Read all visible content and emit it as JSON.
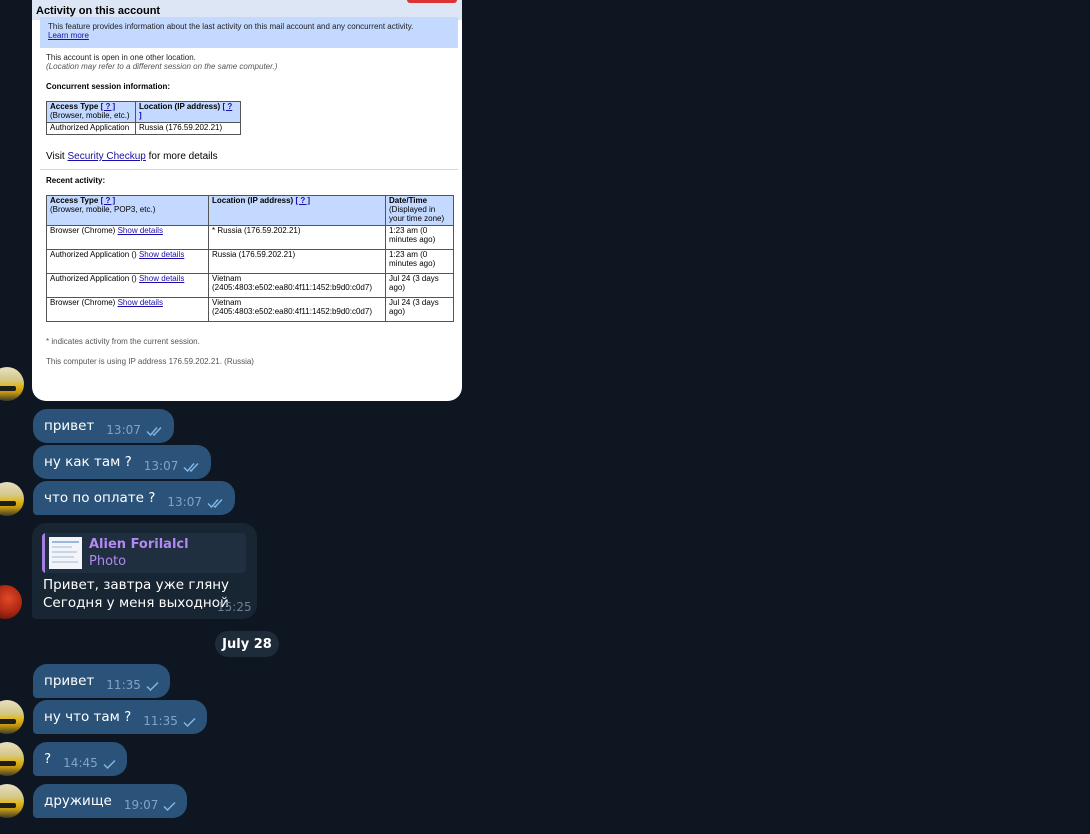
{
  "shared_screenshot": {
    "title": "Activity on this account",
    "info_text": "This feature provides information about the last activity on this mail account and any concurrent activity.",
    "learn_more": "Learn more",
    "open_locations": "This account is open in one other location.",
    "location_note": "(Location may refer to a different session on the same computer.)",
    "concurrent_heading": "Concurrent session information:",
    "concurrent_table": {
      "col_access_type": "Access Type",
      "col_access_type_help": "[ ? ]",
      "col_access_type_sub": "(Browser, mobile, etc.)",
      "col_location": "Location (IP address)",
      "col_location_help": "[ ? ]",
      "rows": [
        {
          "access": "Authorized Application",
          "location": "Russia (176.59.202.21)"
        }
      ]
    },
    "visit_prefix": "Visit",
    "security_checkup": "Security Checkup",
    "visit_suffix": "for more details",
    "recent_heading": "Recent activity:",
    "recent_table": {
      "col_access_type": "Access Type",
      "col_access_type_help": "[ ? ]",
      "col_access_type_sub": "(Browser, mobile, POP3, etc.)",
      "col_location": "Location (IP address)",
      "col_location_help": "[ ? ]",
      "col_datetime": "Date/Time",
      "col_datetime_sub": "(Displayed in your time zone)",
      "rows": [
        {
          "access": "Browser (Chrome)",
          "details": "Show details",
          "location": "* Russia (176.59.202.21)",
          "time": "1:23 am (0 minutes ago)"
        },
        {
          "access": "Authorized Application ()",
          "details": "Show details",
          "location": "Russia (176.59.202.21)",
          "time": "1:23 am (0 minutes ago)"
        },
        {
          "access": "Authorized Application ()",
          "details": "Show details",
          "location": "Vietnam (2405:4803:e502:ea80:4f11:1452:b9d0:c0d7)",
          "time": "Jul 24 (3 days ago)"
        },
        {
          "access": "Browser (Chrome)",
          "details": "Show details",
          "location": "Vietnam (2405:4803:e502:ea80:4f11:1452:b9d0:c0d7)",
          "time": "Jul 24 (3 days ago)"
        }
      ]
    },
    "footnote": "* indicates activity from the current session.",
    "ip_note": "This computer is using IP address 176.59.202.21. (Russia)"
  },
  "messages_before": [
    {
      "text": "привет",
      "time": "13:07",
      "status": "read"
    },
    {
      "text": "ну как там ?",
      "time": "13:07",
      "status": "read"
    },
    {
      "text": "что по оплате ?",
      "time": "13:07",
      "status": "read"
    }
  ],
  "incoming": {
    "reply_author": "Alien Forilalcl",
    "reply_kind": "Photo",
    "line1": "Привет, завтра уже гляну",
    "line2": "Сегодня у меня выходной",
    "time": "15:25"
  },
  "date_separator": "July 28",
  "messages_after": [
    {
      "text": "привет",
      "time": "11:35",
      "status": "sent"
    },
    {
      "text": "ну что там ?",
      "time": "11:35",
      "status": "sent"
    },
    {
      "text": "?",
      "time": "14:45",
      "status": "sent"
    },
    {
      "text": "дружище",
      "time": "19:07",
      "status": "sent"
    }
  ],
  "colors": {
    "background": "#0e1621",
    "outgoing_bubble": "#2b5278",
    "incoming_bubble": "#182533",
    "accent_name": "#b289f0",
    "check": "#7fb6e6"
  }
}
